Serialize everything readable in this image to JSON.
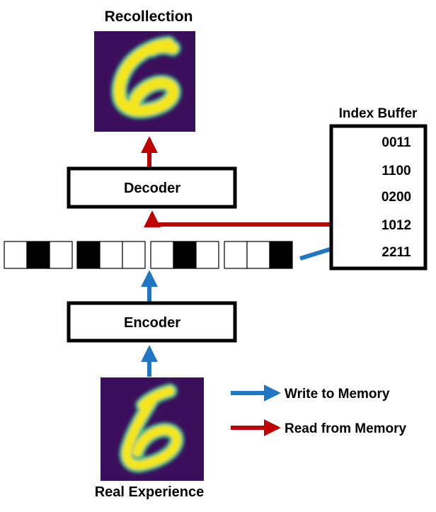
{
  "labels": {
    "recollection": "Recollection",
    "decoder": "Decoder",
    "encoder": "Encoder",
    "real_experience": "Real Experience",
    "index_buffer": "Index Buffer"
  },
  "index_buffer": {
    "entries": [
      "0011",
      "1100",
      "0200",
      "1012",
      "2211"
    ]
  },
  "code": {
    "groups": [
      [
        0,
        1,
        0
      ],
      [
        1,
        0,
        0
      ],
      [
        0,
        1,
        0
      ],
      [
        0,
        0,
        1
      ]
    ]
  },
  "legend": {
    "write": "Write to Memory",
    "read": "Read from Memory"
  },
  "colors": {
    "write": "#1f77c4",
    "read": "#c00000",
    "image_bg": "#3b0f5c",
    "digit": "#f4e61e",
    "digit_edge": "#3fb48a"
  }
}
